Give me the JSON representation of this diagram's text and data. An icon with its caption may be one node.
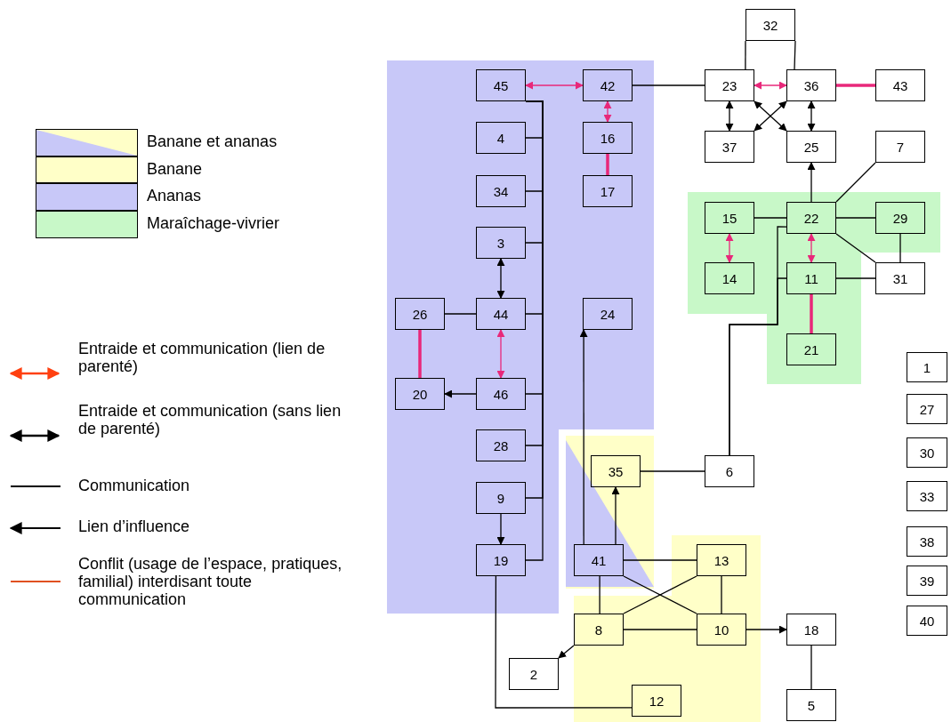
{
  "diagram": {
    "nodes": [
      {
        "text": [
          "32"
        ]
      },
      {
        "text": [
          "45"
        ]
      },
      {
        "text": [
          "42"
        ]
      },
      {
        "text": [
          "23"
        ]
      },
      {
        "text": [
          "36"
        ]
      },
      {
        "text": [
          "43"
        ]
      },
      {
        "text": [
          "4"
        ]
      },
      {
        "text": [
          "16"
        ]
      },
      {
        "text": [
          "37"
        ]
      },
      {
        "text": [
          "25"
        ]
      },
      {
        "text": [
          "7"
        ]
      },
      {
        "text": [
          "34"
        ]
      },
      {
        "text": [
          "17"
        ]
      },
      {
        "text": [
          "15"
        ]
      },
      {
        "text": [
          "22"
        ]
      },
      {
        "text": [
          "29"
        ]
      },
      {
        "text": [
          "3"
        ]
      },
      {
        "text": [
          "14"
        ]
      },
      {
        "text": [
          "11"
        ]
      },
      {
        "text": [
          "31"
        ]
      },
      {
        "text": [
          "26"
        ]
      },
      {
        "text": [
          "44"
        ]
      },
      {
        "text": [
          "24"
        ]
      },
      {
        "text": [
          "21"
        ]
      },
      {
        "text": [
          "1"
        ]
      },
      {
        "text": [
          "20"
        ]
      },
      {
        "text": [
          "46"
        ]
      },
      {
        "text": [
          "27"
        ]
      },
      {
        "text": [
          "28"
        ]
      },
      {
        "text": [
          "30"
        ]
      },
      {
        "text": [
          "35"
        ]
      },
      {
        "text": [
          "6"
        ]
      },
      {
        "text": [
          "9"
        ]
      },
      {
        "text": [
          "33"
        ]
      },
      {
        "text": [
          "38"
        ]
      },
      {
        "text": [
          "19"
        ]
      },
      {
        "text": [
          "41"
        ]
      },
      {
        "text": [
          "13"
        ]
      },
      {
        "text": [
          "39"
        ]
      },
      {
        "text": [
          "8"
        ]
      },
      {
        "text": [
          "10"
        ]
      },
      {
        "text": [
          "18"
        ]
      },
      {
        "text": [
          "40"
        ]
      },
      {
        "text": [
          "2"
        ]
      },
      {
        "text": [
          "5"
        ]
      },
      {
        "text": [
          "12"
        ]
      }
    ],
    "edges": [
      {
        "from": 1,
        "to": 2,
        "arrow": "both",
        "color": "#e8287a"
      },
      {
        "from": 2,
        "to": 7,
        "arrow": "both",
        "color": "#e8287a"
      },
      {
        "from": 7,
        "to": 12,
        "arrow": "none",
        "style": "thick",
        "color": "#e8287a"
      },
      {
        "from": 2,
        "to": 3,
        "arrow": "none"
      },
      {
        "from": 0,
        "to": 3,
        "arrow": "none"
      },
      {
        "from": 0,
        "to": 4,
        "arrow": "none"
      },
      {
        "from": 3,
        "to": 4,
        "arrow": "both",
        "color": "#e8287a"
      },
      {
        "from": 4,
        "to": 5,
        "arrow": "none",
        "style": "thick",
        "color": "#e8287a"
      },
      {
        "from": 3,
        "to": 8,
        "arrow": "both"
      },
      {
        "from": 4,
        "to": 9,
        "arrow": "both"
      },
      {
        "from": 3,
        "to": 9,
        "arrow": "both"
      },
      {
        "from": 4,
        "to": 8,
        "arrow": "both"
      },
      {
        "from": 14,
        "to": 9,
        "arrow": "to"
      },
      {
        "from": 14,
        "to": 10,
        "arrow": "none"
      },
      {
        "from": 13,
        "to": 14,
        "arrow": "none"
      },
      {
        "from": 14,
        "to": 15,
        "arrow": "none"
      },
      {
        "from": 13,
        "to": 17,
        "arrow": "both",
        "color": "#e8287a"
      },
      {
        "from": 14,
        "to": 18,
        "arrow": "both",
        "color": "#e8287a"
      },
      {
        "from": 14,
        "to": 19,
        "arrow": "none"
      },
      {
        "from": 15,
        "to": 19,
        "arrow": "none"
      },
      {
        "from": 18,
        "to": 19,
        "arrow": "none"
      },
      {
        "from": 18,
        "to": 23,
        "arrow": "none",
        "style": "thick",
        "color": "#e8287a"
      },
      {
        "from": 31,
        "to": 14,
        "arrow": "none"
      },
      {
        "from": 31,
        "to": 18,
        "arrow": "none"
      },
      {
        "from": 30,
        "to": 31,
        "arrow": "none"
      },
      {
        "from": 36,
        "to": 30,
        "arrow": "to"
      },
      {
        "from": 36,
        "to": 22,
        "arrow": "to"
      },
      {
        "from": 36,
        "to": 37,
        "arrow": "none"
      },
      {
        "from": 36,
        "to": 39,
        "arrow": "none"
      },
      {
        "from": 36,
        "to": 40,
        "arrow": "none"
      },
      {
        "from": 39,
        "to": 37,
        "arrow": "none"
      },
      {
        "from": 37,
        "to": 40,
        "arrow": "none"
      },
      {
        "from": 39,
        "to": 40,
        "arrow": "none"
      },
      {
        "from": 40,
        "to": 41,
        "arrow": "to"
      },
      {
        "from": 41,
        "to": 44,
        "arrow": "none"
      },
      {
        "from": 39,
        "to": 43,
        "arrow": "to"
      },
      {
        "from": 35,
        "to": 45,
        "arrow": "none"
      },
      {
        "from": 1,
        "to": 6,
        "arrow": "none"
      },
      {
        "from": 1,
        "to": 11,
        "arrow": "none"
      },
      {
        "from": 1,
        "to": 16,
        "arrow": "none"
      },
      {
        "from": 1,
        "to": 21,
        "arrow": "none"
      },
      {
        "from": 1,
        "to": 26,
        "arrow": "none"
      },
      {
        "from": 1,
        "to": 28,
        "arrow": "none"
      },
      {
        "from": 1,
        "to": 32,
        "arrow": "none"
      },
      {
        "from": 1,
        "to": 35,
        "arrow": "none"
      },
      {
        "from": 16,
        "to": 21,
        "arrow": "both"
      },
      {
        "from": 20,
        "to": 21,
        "arrow": "none"
      },
      {
        "from": 21,
        "to": 26,
        "arrow": "both",
        "color": "#e8287a"
      },
      {
        "from": 20,
        "to": 25,
        "arrow": "none",
        "style": "thick",
        "color": "#e8287a"
      },
      {
        "from": 26,
        "to": 25,
        "arrow": "to"
      },
      {
        "from": 32,
        "to": 35,
        "arrow": "to"
      }
    ],
    "legend": [
      {
        "text": "Banane et ananas"
      },
      {
        "text": "Banane",
        "color": "#ffffc8"
      },
      {
        "text": "Ananas",
        "color": "#c8c8f8"
      },
      {
        "text": "Maraîchage-vivrier",
        "color": "#c8f8c8"
      },
      {
        "text": "Entraide et communication (lien de parenté)"
      },
      {
        "text": "Entraide et communication (sans lien de parenté)"
      },
      {
        "text": "Communication"
      },
      {
        "text": "Lien d’influence"
      },
      {
        "text": "Conflit (usage de l’espace, pratiques, familial) interdisant toute communication"
      }
    ]
  }
}
